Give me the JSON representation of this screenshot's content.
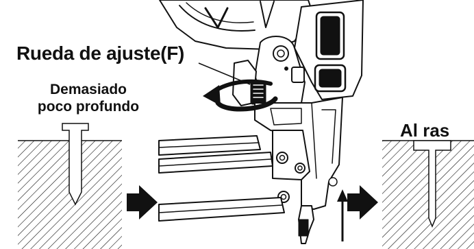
{
  "labels": {
    "adjust_wheel": "Rueda de ajuste(F)",
    "too_shallow_line1": "Demasiado",
    "too_shallow_line2": "poco profundo",
    "flush": "Al ras"
  },
  "icons": {
    "rotation": "curved-double-arrow-icon",
    "push_direction": "up-arrow-icon",
    "sequence": "right-arrow-icon"
  },
  "colors": {
    "ink": "#111111",
    "paper": "#ffffff"
  }
}
